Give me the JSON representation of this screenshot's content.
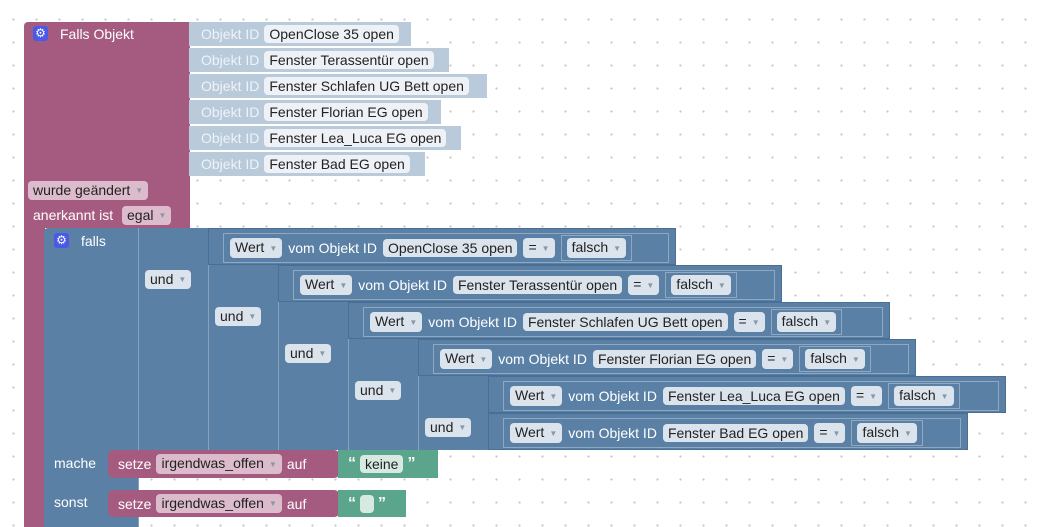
{
  "trigger": {
    "title": "Falls Objekt",
    "object_label": "Objekt ID",
    "objects": [
      "OpenClose 35 open",
      "Fenster Terassentür open",
      "Fenster Schlafen UG Bett open",
      "Fenster Florian EG open",
      "Fenster Lea_Luca EG open",
      "Fenster Bad EG open"
    ],
    "condition": "wurde geändert",
    "ack_label": "anerkannt ist",
    "ack_value": "egal"
  },
  "if_block": {
    "falls_label": "falls",
    "and_label": "und",
    "compares": [
      {
        "prop": "Wert",
        "text": "vom Objekt ID",
        "object": "OpenClose 35 open",
        "op": "=",
        "value": "falsch"
      },
      {
        "prop": "Wert",
        "text": "vom Objekt ID",
        "object": "Fenster Terassentür open",
        "op": "=",
        "value": "falsch"
      },
      {
        "prop": "Wert",
        "text": "vom Objekt ID",
        "object": "Fenster Schlafen UG Bett open",
        "op": "=",
        "value": "falsch"
      },
      {
        "prop": "Wert",
        "text": "vom Objekt ID",
        "object": "Fenster Florian EG open",
        "op": "=",
        "value": "falsch"
      },
      {
        "prop": "Wert",
        "text": "vom Objekt ID",
        "object": "Fenster Lea_Luca EG open",
        "op": "=",
        "value": "falsch"
      },
      {
        "prop": "Wert",
        "text": "vom Objekt ID",
        "object": "Fenster Bad EG open",
        "op": "=",
        "value": "falsch"
      }
    ],
    "mache_label": "mache",
    "sonst_label": "sonst",
    "set_label": "setze",
    "variable": "irgendwas_offen",
    "auf_label": "auf",
    "then_value": "keine",
    "else_value": "",
    "quote_open": "“",
    "quote_close": "”"
  }
}
